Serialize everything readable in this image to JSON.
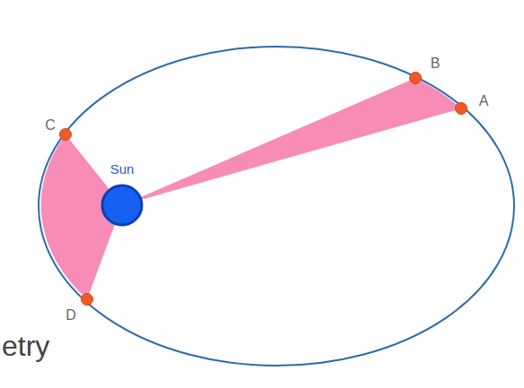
{
  "diagram": {
    "nodes": [
      {
        "text": [
          "Sun"
        ]
      }
    ],
    "labels": [
      "A",
      "B",
      "C",
      "D",
      "etry"
    ]
  }
}
